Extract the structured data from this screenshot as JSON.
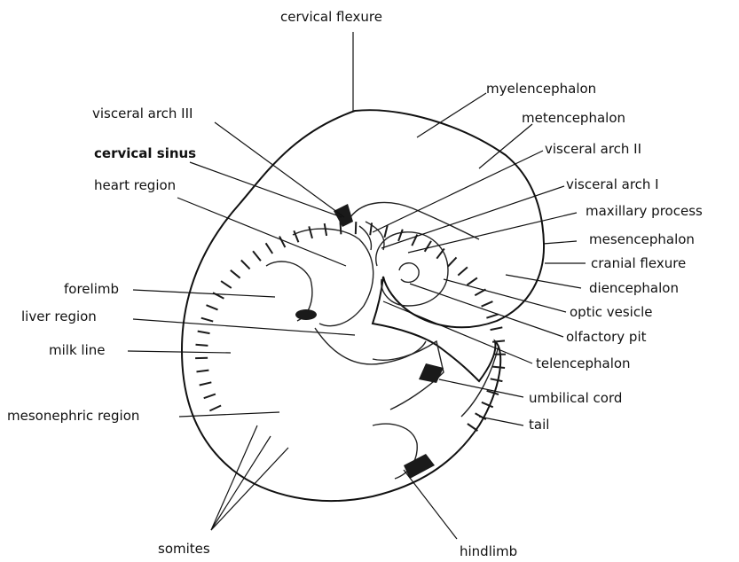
{
  "labels": {
    "cervical_flexure": "cervical flexure",
    "myelencephalon": "myelencephalon",
    "visceral_arch_3": "visceral arch III",
    "metencephalon": "metencephalon",
    "cervical_sinus": "cervical sinus",
    "visceral_arch_2": "visceral arch II",
    "heart_region": "heart region",
    "visceral_arch_1": "visceral arch I",
    "maxillary_process": "maxillary process",
    "mesencephalon": "mesencephalon",
    "cranial_flexure": "cranial flexure",
    "forelimb": "forelimb",
    "diencephalon": "diencephalon",
    "liver_region": "liver region",
    "optic_vesicle": "optic vesicle",
    "olfactory_pit": "olfactory pit",
    "milk_line": "milk line",
    "telencephalon": "telencephalon",
    "umbilical_cord": "umbilical cord",
    "mesonephric_region": "mesonephric region",
    "tail": "tail",
    "somites": "somites",
    "hindlimb": "hindlimb"
  }
}
